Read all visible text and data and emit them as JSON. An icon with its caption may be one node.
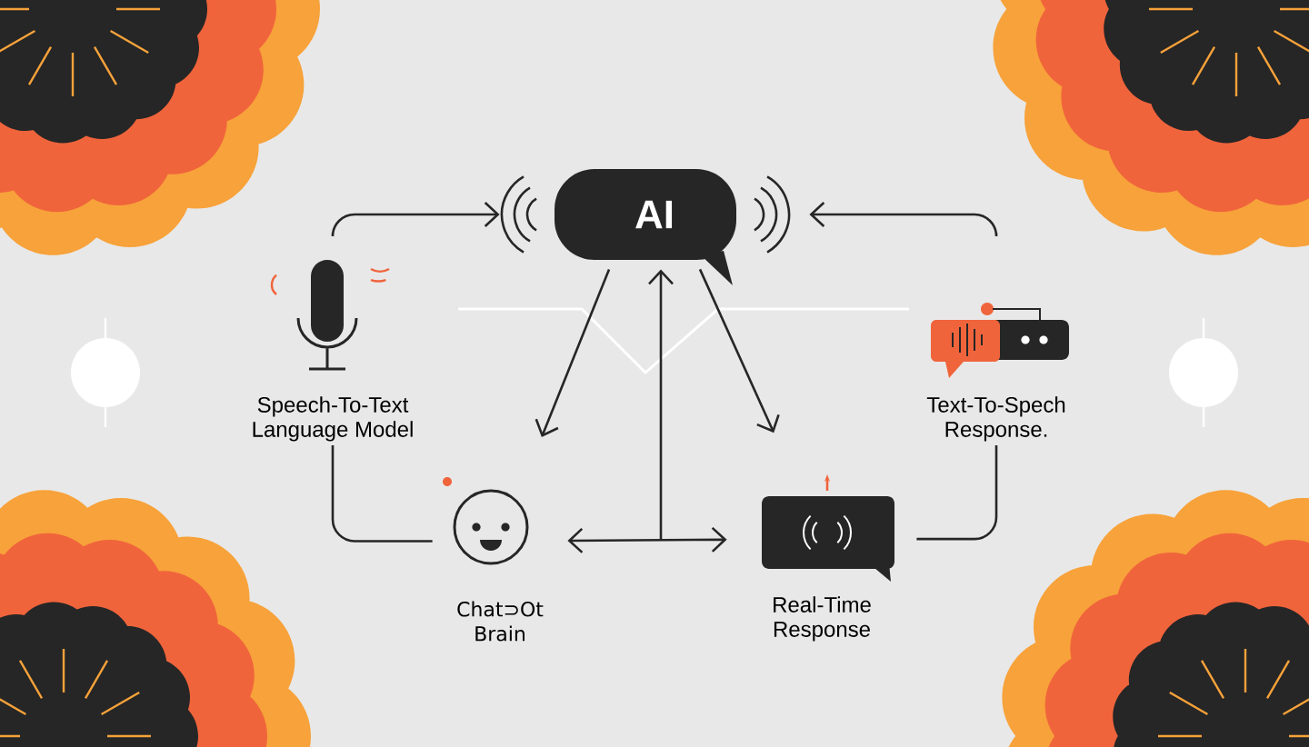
{
  "diagram": {
    "nodes": [
      {
        "text": [
          "AI"
        ]
      },
      {
        "text": [
          "Speech-To-Text Language Model"
        ]
      },
      {
        "text": [
          "Text-To-Spech Response."
        ]
      },
      {
        "text": [
          "Chat⊃Ot Brain"
        ]
      },
      {
        "text": [
          "Real-Time Response"
        ]
      }
    ],
    "edges": [
      {
        "from": 1,
        "to": 0,
        "arrow": "to"
      },
      {
        "from": 2,
        "to": 0,
        "arrow": "to"
      },
      {
        "from": 0,
        "to": 3,
        "arrow": "to"
      },
      {
        "from": 0,
        "to": 4,
        "arrow": "to"
      },
      {
        "from": 3,
        "to": 4,
        "arrow": "both"
      },
      {
        "from": null,
        "to": 0,
        "arrow": "to"
      },
      {
        "from": 1,
        "to": 3,
        "arrow": "none"
      },
      {
        "from": 2,
        "to": 4,
        "arrow": "none"
      }
    ]
  }
}
